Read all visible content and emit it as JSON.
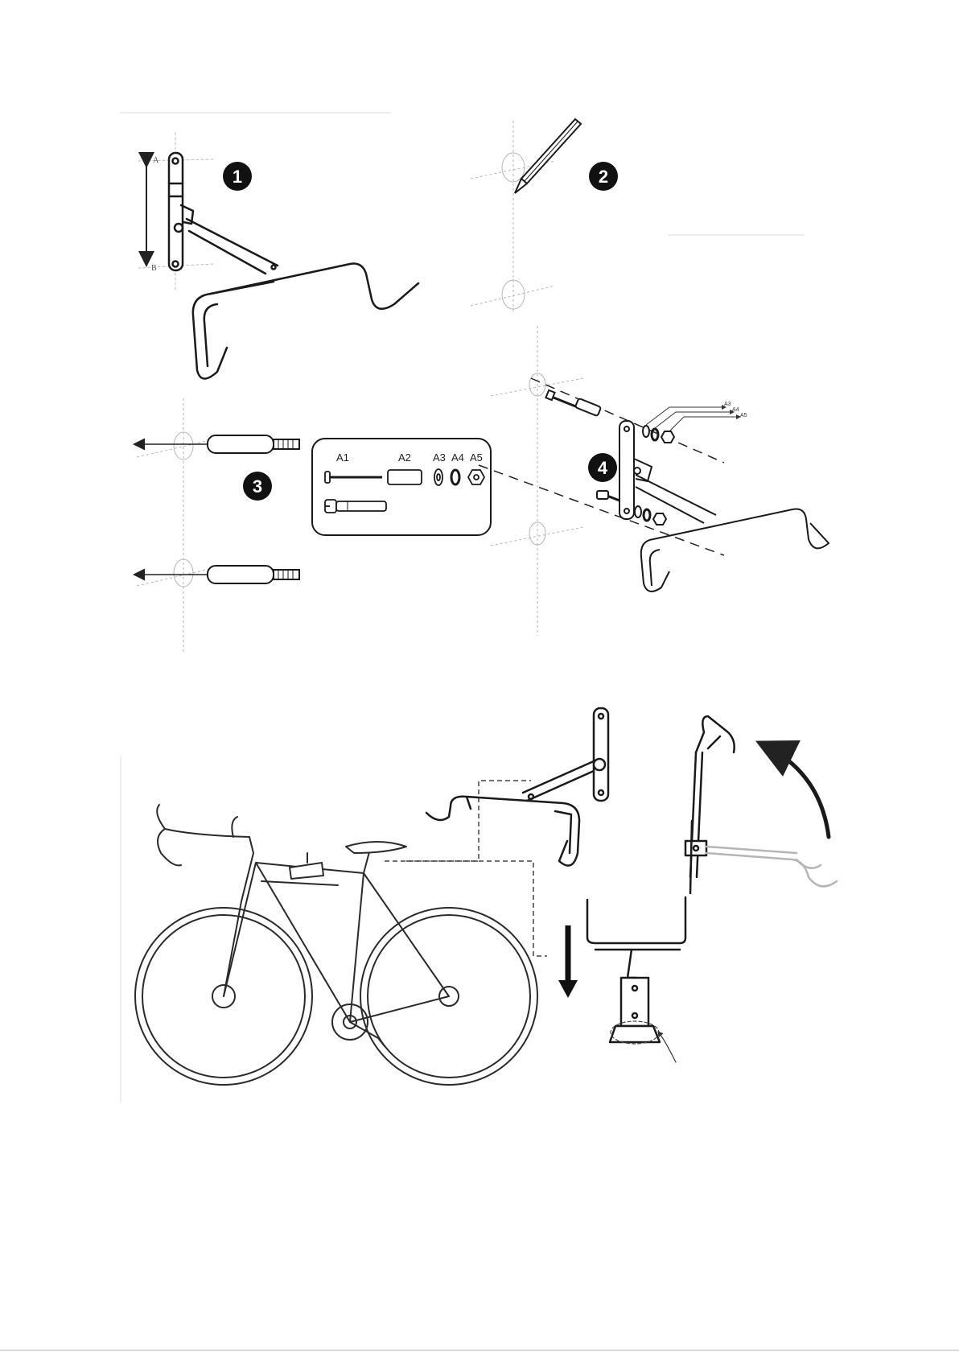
{
  "steps": [
    {
      "number": "1"
    },
    {
      "number": "2"
    },
    {
      "number": "3"
    },
    {
      "number": "4"
    }
  ],
  "step1": {
    "mark_top": "A",
    "mark_bottom": "B"
  },
  "parts": {
    "labels": [
      "A1",
      "A2",
      "A3",
      "A4",
      "A5"
    ]
  },
  "step4": {
    "callouts": [
      "A3",
      "A4",
      "A5"
    ]
  },
  "colors": {
    "line": "#1a1a1a",
    "guide": "#b5b5b5",
    "badge": "#111111"
  }
}
